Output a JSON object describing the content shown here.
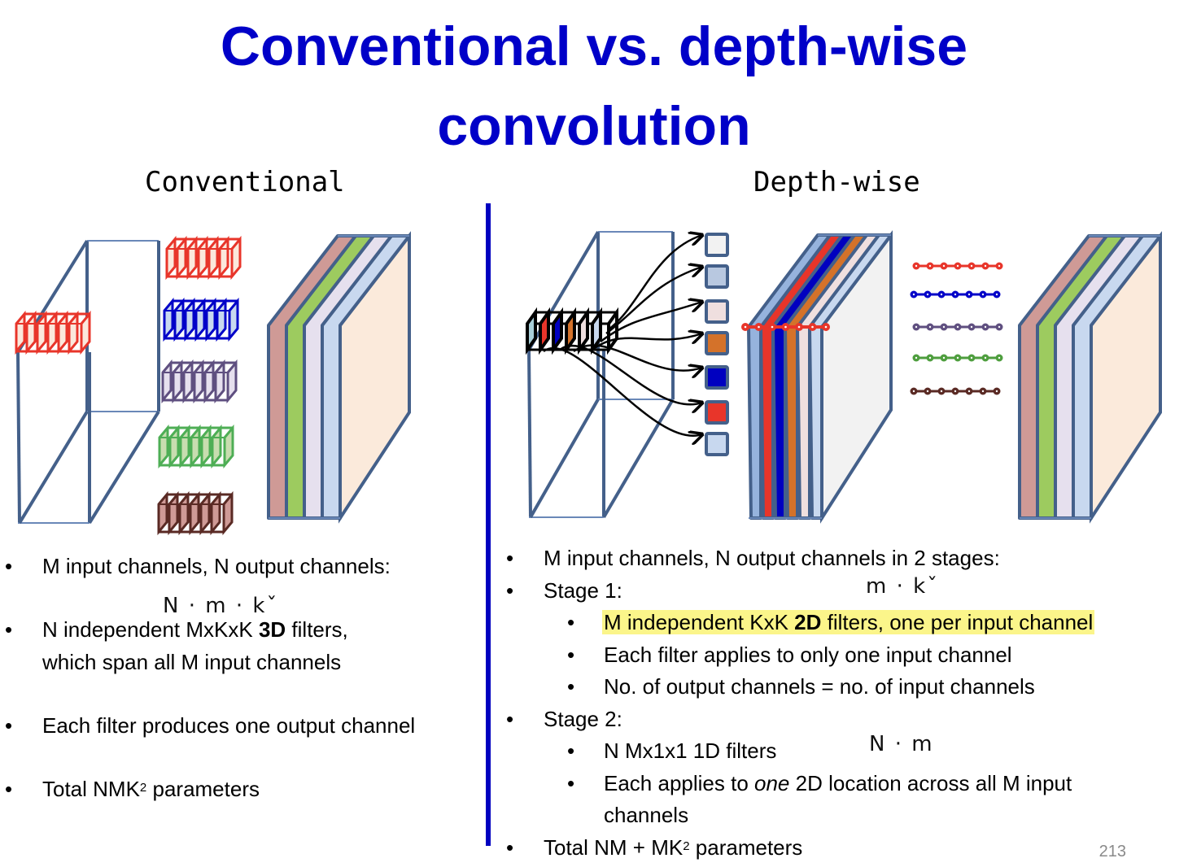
{
  "slide": {
    "title_line1": "Conventional vs. depth-wise",
    "title_line2": "convolution",
    "page_number": "213",
    "accent_color": "#0000c8"
  },
  "conventional": {
    "heading": "Conventional",
    "annotation": "N · M · k²",
    "annotation_display": "N · m · kˇ",
    "bullets": [
      {
        "text": "M input channels, N output channels:"
      },
      {
        "pre": "N independent MxKxK ",
        "bold": "3D",
        "post": " filters,",
        "line2": "which span all M input channels"
      },
      {
        "text": "Each filter produces one output channel"
      },
      {
        "pre": "Total  NMK",
        "sup": "2",
        "post": " parameters"
      }
    ],
    "filter_colors": [
      "#e8352a",
      "#0000c8",
      "#5f4f80",
      "#4eae55",
      "#5a2a24"
    ],
    "output_channel_colors": [
      "#cf9a96",
      "#9dcb5f",
      "#e6e0ee",
      "#c8d8ef",
      "#fbeadb"
    ]
  },
  "depthwise": {
    "heading": "Depth-wise",
    "annotation_stage1": "M · k²",
    "annotation_stage1_display": "m · kˇ",
    "annotation_stage2": "N · M",
    "annotation_stage2_display": "N · m",
    "bullets": {
      "intro": "M input channels, N output channels in 2 stages:",
      "stage1_label": "Stage 1:",
      "stage1": [
        {
          "pre": "M  independent KxK ",
          "bold": "2D",
          "post": " filters, one per input channel",
          "highlighted": true
        },
        {
          "text": "Each filter applies to only one input channel"
        },
        {
          "text": "No. of output channels = no. of input channels"
        }
      ],
      "stage2_label": "Stage 2:",
      "stage2": [
        {
          "text": "N   Mx1x1  1D filters"
        },
        {
          "pre": "Each applies to ",
          "italic": "one",
          "post": " 2D location across all M input",
          "line2": "channels"
        }
      ],
      "total_pre": "Total  NM +  MK",
      "total_sup": "2",
      "total_post": " parameters"
    },
    "channel_colors": [
      "#f2f2f2",
      "#b8c8e0",
      "#efdfdf",
      "#d4722a",
      "#0000c0",
      "#e8352a",
      "#c8d8ef"
    ],
    "pointwise_colors": [
      "#e8352a",
      "#0000c8",
      "#5f4f80",
      "#4e9e3e",
      "#5a2a24"
    ],
    "output_channel_colors": [
      "#cf9a96",
      "#9dcb5f",
      "#e6e0ee",
      "#c8d8ef",
      "#fbeadb"
    ]
  },
  "bullet_glyph": "•"
}
